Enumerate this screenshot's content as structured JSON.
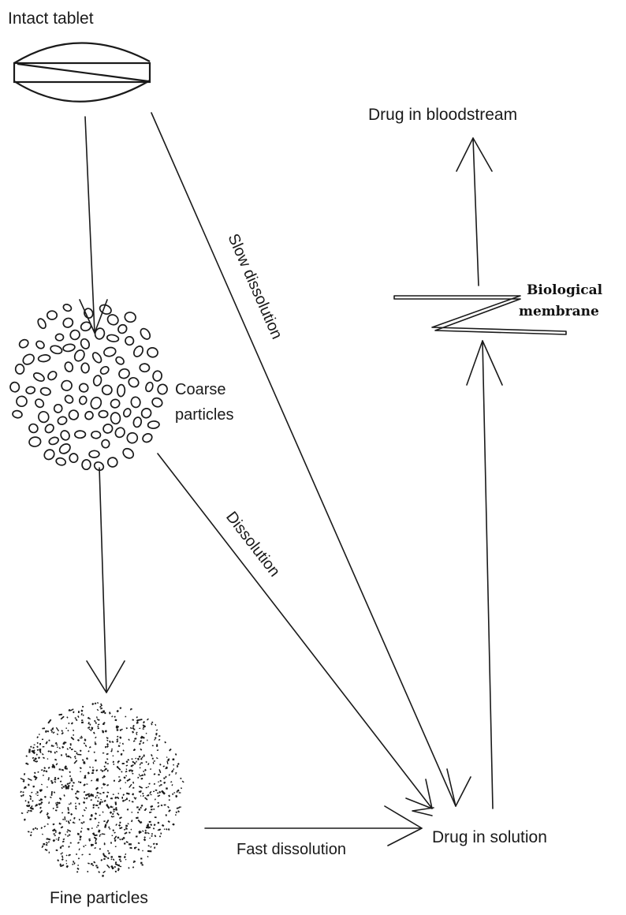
{
  "labels": {
    "intact_tablet": "Intact tablet",
    "coarse_particles_line1": "Coarse",
    "coarse_particles_line2": "particles",
    "fine_particles": "Fine particles",
    "drug_in_solution": "Drug in solution",
    "drug_in_bloodstream": "Drug in bloodstream",
    "biological_line1": "Biological",
    "biological_line2": "membrane",
    "slow_dissolution": "Slow dissolution",
    "dissolution": "Dissolution",
    "fast_dissolution": "Fast dissolution"
  },
  "colors": {
    "ink": "#1a1a1a",
    "background": "#ffffff"
  }
}
